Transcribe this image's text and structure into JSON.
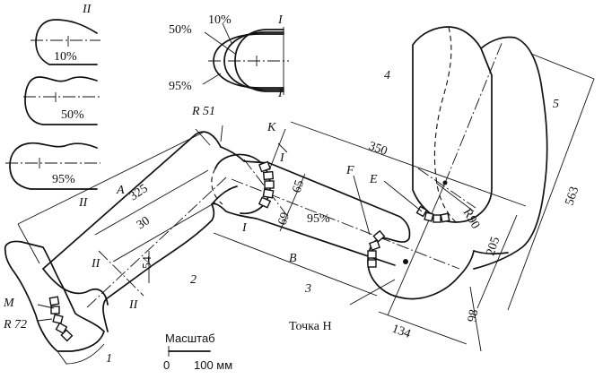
{
  "labels": {
    "A": "A",
    "B": "B",
    "F": "F",
    "E": "E",
    "K": "K",
    "M": "M",
    "I_top_right": "I",
    "I_bottom_right": "I",
    "I_knee_top": "I",
    "I_knee_bottom": "I",
    "II_top": "II",
    "II_bottom": "II",
    "II_shin_top": "II",
    "II_shin_bottom": "II",
    "pct_10_small": "10%",
    "pct_50_small": "50%",
    "pct_95_small": "95%",
    "pct_10": "10%",
    "pct_50": "50%",
    "pct_95": "95%",
    "pct_95_knee": "95%"
  },
  "dimensions": {
    "d325": "325",
    "d30": "30",
    "d54": "54",
    "d65": "65",
    "d69": "69",
    "d350": "350",
    "d563": "563",
    "d205": "205",
    "d98": "98",
    "d134": "134",
    "r51": "R 51",
    "r72": "R 72",
    "r90": "R90"
  },
  "parts": {
    "p1": "1",
    "p2": "2",
    "p3": "3",
    "p4": "4",
    "p5": "5"
  },
  "point_h": "Точка H",
  "scale": {
    "title": "Масштаб",
    "zero": "0",
    "value": "100 мм"
  }
}
